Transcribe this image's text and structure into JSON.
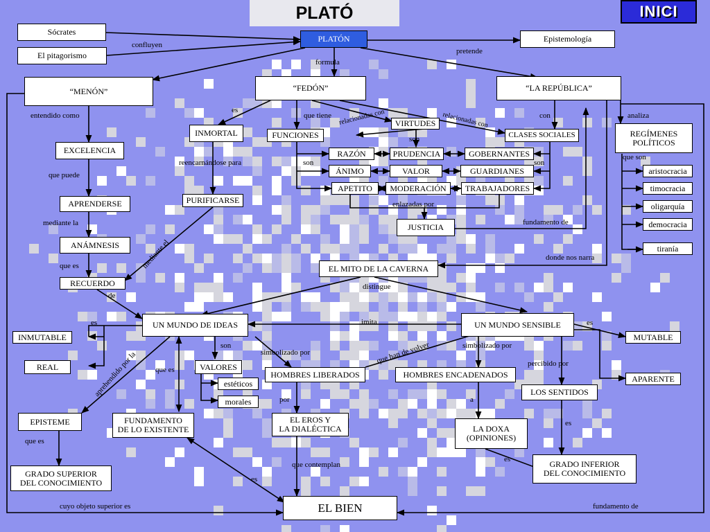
{
  "title": "PLATÓ",
  "home_button": "INICI",
  "nodes": {
    "platon": "PLATÓN",
    "socrates": "Sócrates",
    "pitagorismo": "El pitagorismo",
    "epistemologia": "Epistemología",
    "menon": "“MENÓN”",
    "fedon": "“FEDÓN”",
    "republica": "“LA REPÚBLICA”",
    "excelencia": "EXCELENCIA",
    "aprenderse": "APRENDERSE",
    "anamnesis": "ANÁMNESIS",
    "recuerdo": "RECUERDO",
    "inmortal": "INMORTAL",
    "purificarse": "PURIFICARSE",
    "funciones": "FUNCIONES",
    "virtudes": "VIRTUDES",
    "razon": "RAZÓN",
    "prudencia": "PRUDENCIA",
    "gobernantes": "GOBERNANTES",
    "animo": "ÁNIMO",
    "valor": "VALOR",
    "guardianes": "GUARDIANES",
    "apetito": "APETITO",
    "moderacion": "MODERACIÓN",
    "trabajadores": "TRABAJADORES",
    "justicia": "JUSTICIA",
    "clases_sociales": "CLASES SOCIALES",
    "regimenes": "REGÍMENES\nPOLÍTICOS",
    "aristocracia": "aristocracia",
    "timocracia": "timocracia",
    "oligarquia": "oligarquía",
    "democracia": "democracia",
    "tirania": "tiranía",
    "mito_caverna": "EL MITO DE LA CAVERNA",
    "mundo_ideas": "UN MUNDO DE IDEAS",
    "mundo_sensible": "UN MUNDO SENSIBLE",
    "inmutable": "INMUTABLE",
    "real": "REAL",
    "mutable": "MUTABLE",
    "aparente": "APARENTE",
    "valores": "VALORES",
    "esteticos": "estéticos",
    "morales": "morales",
    "hombres_liberados": "HOMBRES LIBERADOS",
    "hombres_encadenados": "HOMBRES ENCADENADOS",
    "sentidos": "LOS SENTIDOS",
    "episteme": "EPISTEME",
    "fundamento_existente": "FUNDAMENTO\nDE LO EXISTENTE",
    "eros": "EL EROS Y\nLA DIALÉCTICA",
    "doxa": "LA DOXA\n(OPINIONES)",
    "grado_superior": "GRADO SUPERIOR\nDEL CONOCIMIENTO",
    "grado_inferior": "GRADO INFERIOR\nDEL CONOCIMIENTO",
    "el_bien": "EL BIEN"
  },
  "labels": {
    "confluyen": "confluyen",
    "pretende": "pretende",
    "formula": "formula",
    "entendido_como": "entendido como",
    "es_fedon": "es",
    "que_tiene": "que tiene",
    "relacionadas_con_1": "relacionadas con",
    "relacionadas_con_2": "relacionadas con",
    "con": "con",
    "analiza": "analiza",
    "que_puede": "que puede",
    "reencarnandose": "reencarnándose para",
    "son_virt": "son",
    "son_left": "son",
    "son_right": "son",
    "que_son": "que son",
    "mediante_la": "mediante la",
    "mediante_el": "mediante el",
    "enlazadas_por": "enlazadas por",
    "fundamento_de_1": "fundamento de",
    "que_es": "que es",
    "donde_nos_narra": "donde nos narra",
    "distingue": "distingue",
    "de": "de",
    "es_ideas": "es",
    "imita": "imita",
    "es_sensible": "es",
    "son_ideas": "son",
    "simbolizado_por_1": "simbolizado por",
    "que_han_de_volver": "que han de volver",
    "simbolizado_por_2": "simbolizado por",
    "percibido_por": "percibido por",
    "aprehendido_por_la": "aprehendido   por la",
    "que_es_2": "que es",
    "por": "por",
    "a": "a",
    "es_sentidos": "es",
    "que_es_3": "que  es",
    "que_contemplan": "que contemplan",
    "es_doxa": "es",
    "es_fund": "es",
    "cuyo_objeto": "cuyo objeto superior es",
    "fundamento_de_2": "fundamento de"
  },
  "colors": {
    "background": "#8f92ef",
    "accent": "#2f5de0",
    "home_button": "#2b2bd8"
  }
}
